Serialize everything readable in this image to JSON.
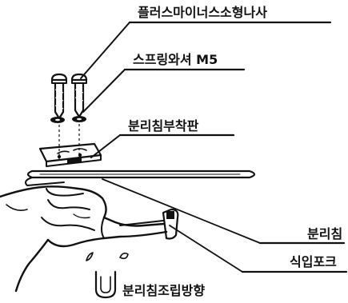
{
  "labels": {
    "plus_minus_screw": "플러스마이너스소형나사",
    "spring_washer": "스프링와셔 M5",
    "separator_mount_plate": "분리침부착판",
    "separator_needle": "분리침",
    "eating_fork": "식입포크",
    "assembly_direction": "분리침조립방향"
  },
  "colors": {
    "ink": "#111111",
    "paper": "#ffffff"
  }
}
